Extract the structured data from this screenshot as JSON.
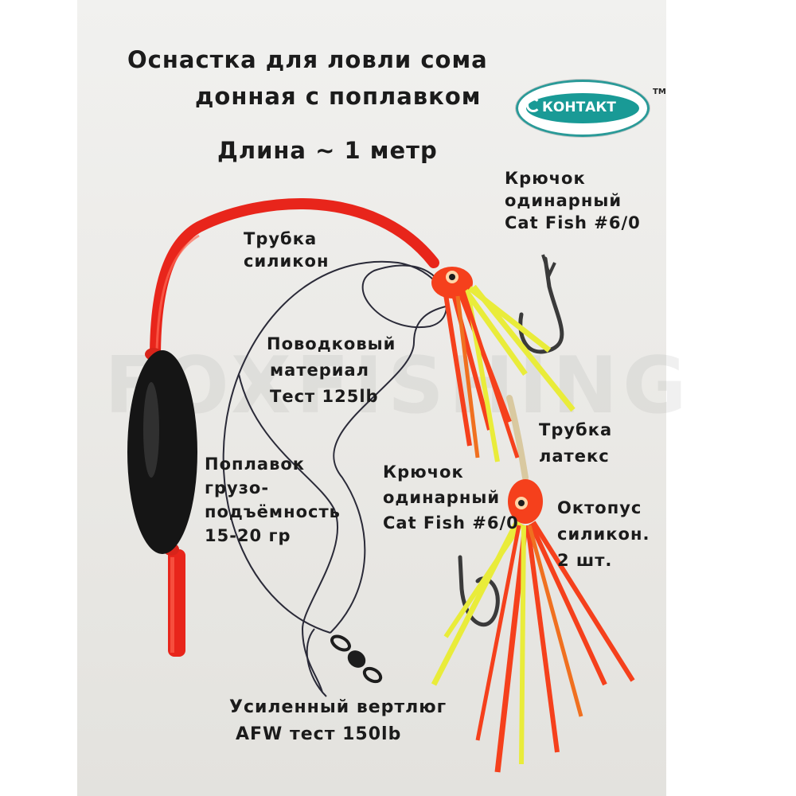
{
  "title": {
    "line1": "Оснастка для ловли сома",
    "line2": "донная с поплавком",
    "line3": "Длина ~ 1 метр"
  },
  "brand": {
    "logo_text": "КОНТАКТ",
    "trademark": "TM"
  },
  "watermark": "FOXFISHING",
  "labels": {
    "hook_top": [
      "Крючок",
      "одинарный",
      "Cat Fish #6/0"
    ],
    "tube_silicone": [
      "Трубка",
      "силикон"
    ],
    "leader": [
      "Поводковый",
      "материал",
      "Тест 125lb"
    ],
    "tube_latex": [
      "Трубка",
      "латекс"
    ],
    "float": [
      "Поплавок",
      "грузо-",
      "подъёмность",
      "15-20 гр"
    ],
    "hook_bottom": [
      "Крючок",
      "одинарный",
      "Cat Fish #6/0"
    ],
    "octopus": [
      "Октопус",
      "силикон.",
      "2 шт."
    ],
    "swivel": [
      "Усиленный вертлюг",
      "AFW тест 150lb"
    ]
  },
  "colors": {
    "tube_red": "#e8251b",
    "float_black": "#151515",
    "octopus_orange": "#f5401c",
    "octopus_yellow": "#e9ec3a",
    "line_dark": "#2a2a38",
    "hook_metal": "#3a3a3a",
    "logo_teal": "#199a96"
  }
}
